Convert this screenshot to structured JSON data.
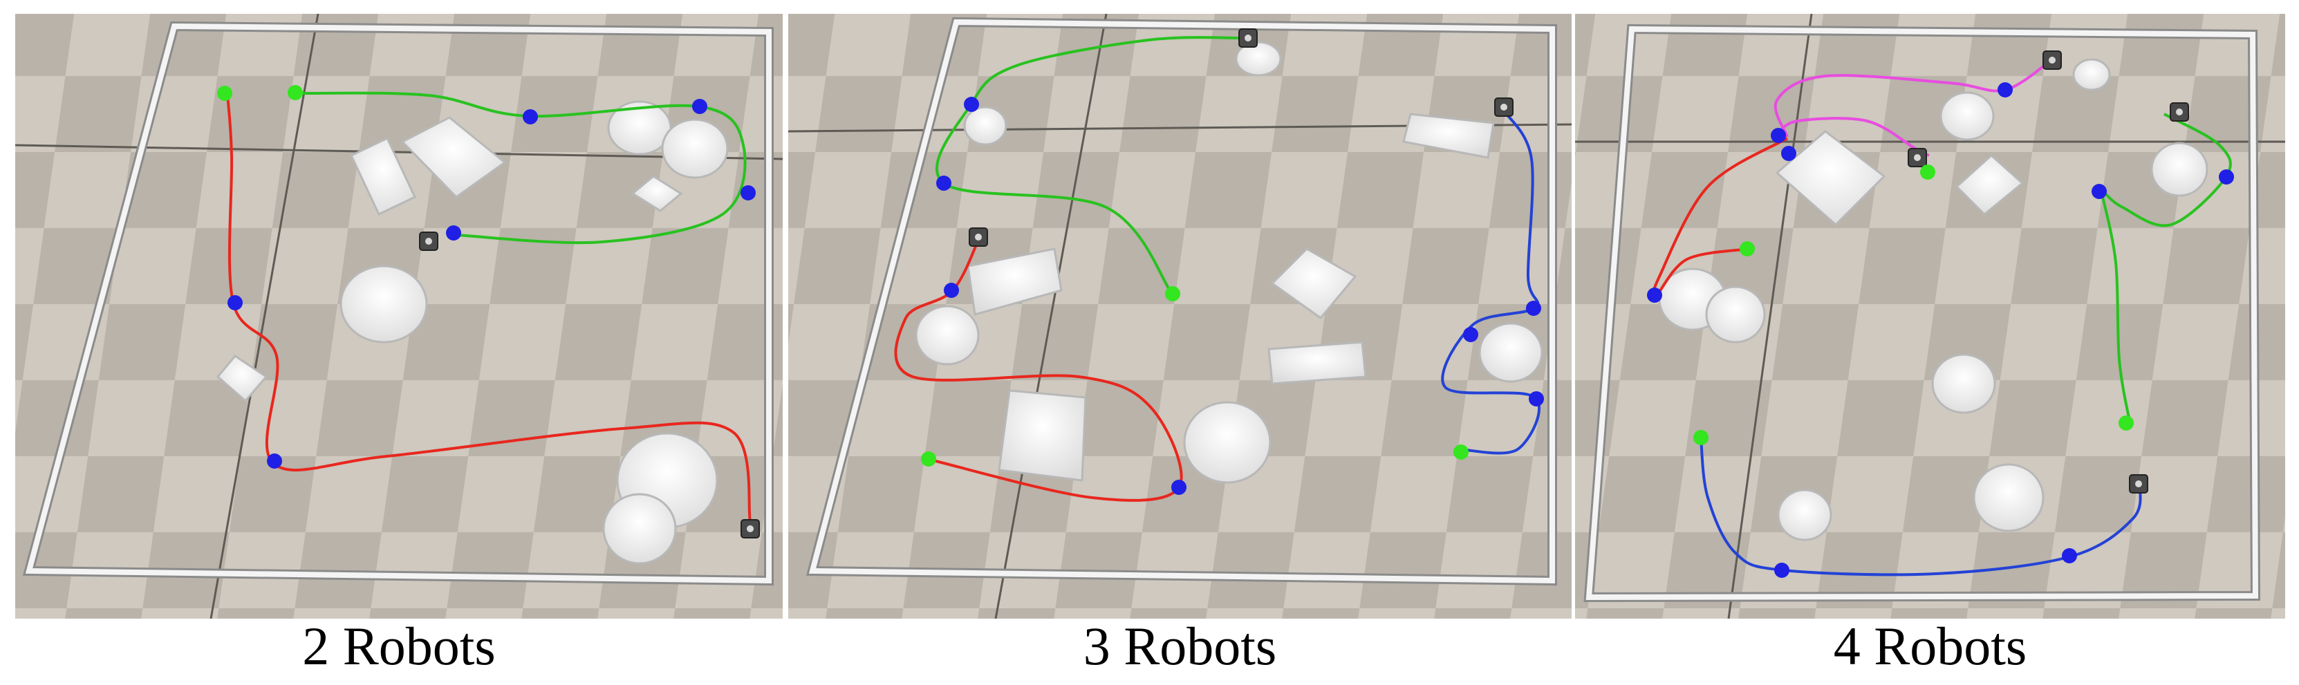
{
  "panels": [
    {
      "caption": "2 Robots",
      "paths": [
        {
          "color": "#e8271e",
          "points": [
            [
              329,
              137
            ],
            [
              335,
              225
            ],
            [
              337,
              437
            ],
            [
              400,
              515
            ],
            [
              395,
              670
            ],
            [
              560,
              660
            ],
            [
              900,
              620
            ],
            [
              1060,
              625
            ],
            [
              1085,
              755
            ]
          ]
        },
        {
          "color": "#28c21f",
          "points": [
            [
              427,
              135
            ],
            [
              620,
              138
            ],
            [
              765,
              168
            ],
            [
              1010,
              154
            ],
            [
              1075,
              210
            ],
            [
              1045,
              310
            ],
            [
              870,
              350
            ],
            [
              660,
              340
            ]
          ]
        }
      ],
      "waypoints": [
        {
          "color": "green",
          "at": [
            325,
            135
          ]
        },
        {
          "color": "green",
          "at": [
            427,
            134
          ]
        },
        {
          "color": "blue",
          "at": [
            767,
            169
          ]
        },
        {
          "color": "blue",
          "at": [
            1012,
            154
          ]
        },
        {
          "color": "blue",
          "at": [
            1082,
            279
          ]
        },
        {
          "color": "blue",
          "at": [
            656,
            337
          ]
        },
        {
          "color": "blue",
          "at": [
            340,
            438
          ]
        },
        {
          "color": "blue",
          "at": [
            397,
            667
          ]
        }
      ],
      "robots": [
        [
          620,
          349
        ],
        [
          1085,
          765
        ]
      ]
    },
    {
      "caption": "3 Robots",
      "paths": [
        {
          "color": "#28c21f",
          "points": [
            [
              1800,
              55
            ],
            [
              1660,
              58
            ],
            [
              1470,
              95
            ],
            [
              1405,
              150
            ],
            [
              1365,
              265
            ],
            [
              1600,
              300
            ],
            [
              1695,
              425
            ]
          ]
        },
        {
          "color": "#e8271e",
          "points": [
            [
              1418,
              340
            ],
            [
              1378,
              420
            ],
            [
              1310,
              460
            ],
            [
              1320,
              545
            ],
            [
              1560,
              545
            ],
            [
              1665,
              590
            ],
            [
              1705,
              705
            ],
            [
              1580,
              720
            ],
            [
              1345,
              665
            ]
          ]
        },
        {
          "color": "#2342d6",
          "points": [
            [
              2175,
              160
            ],
            [
              2215,
              230
            ],
            [
              2210,
              400
            ],
            [
              2220,
              445
            ],
            [
              2130,
              470
            ],
            [
              2090,
              560
            ],
            [
              2220,
              575
            ],
            [
              2195,
              650
            ],
            [
              2110,
              650
            ]
          ]
        }
      ],
      "waypoints": [
        {
          "color": "blue",
          "at": [
            1405,
            151
          ]
        },
        {
          "color": "blue",
          "at": [
            1365,
            265
          ]
        },
        {
          "color": "green",
          "at": [
            1696,
            425
          ]
        },
        {
          "color": "blue",
          "at": [
            1376,
            420
          ]
        },
        {
          "color": "green",
          "at": [
            1343,
            664
          ]
        },
        {
          "color": "blue",
          "at": [
            1705,
            705
          ]
        },
        {
          "color": "blue",
          "at": [
            2218,
            446
          ]
        },
        {
          "color": "blue",
          "at": [
            2127,
            484
          ]
        },
        {
          "color": "blue",
          "at": [
            2222,
            577
          ]
        },
        {
          "color": "green",
          "at": [
            2113,
            654
          ]
        }
      ],
      "robots": [
        [
          1805,
          55
        ],
        [
          2175,
          155
        ],
        [
          1415,
          343
        ]
      ]
    },
    {
      "caption": "4 Robots",
      "paths": [
        {
          "color": "#e8271e",
          "points": [
            [
              2585,
              200
            ],
            [
              2470,
              270
            ],
            [
              2400,
              400
            ],
            [
              2395,
              428
            ],
            [
              2440,
              375
            ],
            [
              2530,
              360
            ]
          ]
        },
        {
          "color": "#e84ce0",
          "points": [
            [
              2585,
              198
            ],
            [
              2570,
              145
            ],
            [
              2640,
              110
            ],
            [
              2820,
              120
            ],
            [
              2900,
              130
            ],
            [
              2970,
              85
            ],
            [
              2975,
              88
            ]
          ]
        },
        {
          "color": "#e84ce0",
          "points": [
            [
              2570,
              195
            ],
            [
              2600,
              175
            ],
            [
              2700,
              175
            ],
            [
              2770,
              215
            ],
            [
              2790,
              225
            ]
          ]
        },
        {
          "color": "#28c21f",
          "points": [
            [
              3130,
              165
            ],
            [
              3210,
              210
            ],
            [
              3220,
              255
            ],
            [
              3140,
              325
            ],
            [
              3070,
              300
            ],
            [
              3040,
              275
            ]
          ]
        },
        {
          "color": "#28c21f",
          "points": [
            [
              3040,
              280
            ],
            [
              3060,
              380
            ],
            [
              3065,
              520
            ],
            [
              3080,
              610
            ]
          ]
        },
        {
          "color": "#2342d6",
          "points": [
            [
              3095,
              700
            ],
            [
              3085,
              750
            ],
            [
              2995,
              805
            ],
            [
              2800,
              830
            ],
            [
              2580,
              825
            ],
            [
              2510,
              800
            ],
            [
              2470,
              720
            ],
            [
              2460,
              635
            ]
          ]
        }
      ],
      "waypoints": [
        {
          "color": "blue",
          "at": [
            2572,
            196
          ]
        },
        {
          "color": "blue",
          "at": [
            2587,
            222
          ]
        },
        {
          "color": "green",
          "at": [
            2788,
            249
          ]
        },
        {
          "color": "blue",
          "at": [
            2900,
            130
          ]
        },
        {
          "color": "green",
          "at": [
            2527,
            360
          ]
        },
        {
          "color": "blue",
          "at": [
            2393,
            427
          ]
        },
        {
          "color": "blue",
          "at": [
            3220,
            256
          ]
        },
        {
          "color": "blue",
          "at": [
            3036,
            277
          ]
        },
        {
          "color": "green",
          "at": [
            3075,
            612
          ]
        },
        {
          "color": "green",
          "at": [
            2460,
            633
          ]
        },
        {
          "color": "blue",
          "at": [
            2993,
            804
          ]
        },
        {
          "color": "blue",
          "at": [
            2577,
            825
          ]
        }
      ],
      "robots": [
        [
          2968,
          87
        ],
        [
          3152,
          162
        ],
        [
          2773,
          228
        ],
        [
          3093,
          700
        ]
      ]
    }
  ]
}
